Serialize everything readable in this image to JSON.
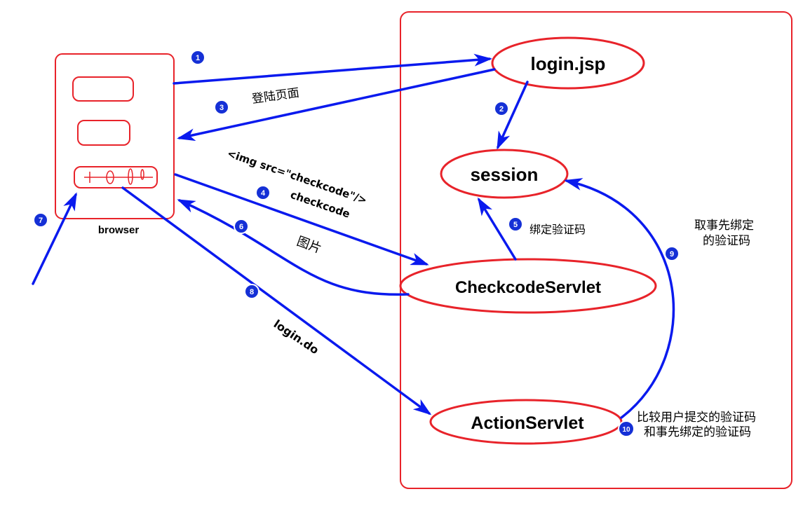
{
  "colors": {
    "box_stroke": "#e8232a",
    "arrow": "#0a1aee",
    "badge_fill": "#1530d6",
    "text": "#000000"
  },
  "nodes": {
    "login_jsp": "login.jsp",
    "session": "session",
    "checkcode_servlet": "CheckcodeServlet",
    "action_servlet": "ActionServlet",
    "browser": "browser"
  },
  "labels": {
    "login_page": "登陆页面",
    "img_tag": "<img src=\"checkcode\"/>",
    "checkcode": "checkcode",
    "picture": "图片",
    "bind_code": "绑定验证码",
    "fetch_code_line1": "取事先绑定",
    "fetch_code_line2": "的验证码",
    "login_do": "login.do",
    "compare_line1": "比较用户提交的验证码",
    "compare_line2": "和事先绑定的验证码"
  },
  "steps": [
    "1",
    "2",
    "3",
    "4",
    "5",
    "6",
    "7",
    "8",
    "9",
    "10"
  ]
}
